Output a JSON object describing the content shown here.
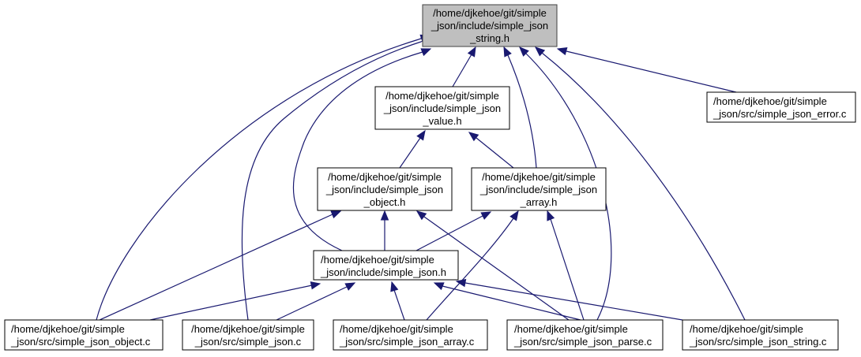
{
  "diagram": {
    "type": "include-dependency-graph",
    "colors": {
      "edge": "#191970",
      "root_fill": "#bfbfbf",
      "node_fill": "#ffffff",
      "node_border": "#000000"
    },
    "nodes": [
      {
        "id": "string_h",
        "root": true,
        "lines": [
          "/home/djkehoe/git/simple",
          "_json/include/simple_json",
          "_string.h"
        ]
      },
      {
        "id": "value_h",
        "lines": [
          "/home/djkehoe/git/simple",
          "_json/include/simple_json",
          "_value.h"
        ]
      },
      {
        "id": "error_c",
        "lines": [
          "/home/djkehoe/git/simple",
          "_json/src/simple_json_error.c"
        ]
      },
      {
        "id": "object_h",
        "lines": [
          "/home/djkehoe/git/simple",
          "_json/include/simple_json",
          "_object.h"
        ]
      },
      {
        "id": "array_h",
        "lines": [
          "/home/djkehoe/git/simple",
          "_json/include/simple_json",
          "_array.h"
        ]
      },
      {
        "id": "json_h",
        "lines": [
          "/home/djkehoe/git/simple",
          "_json/include/simple_json.h"
        ]
      },
      {
        "id": "object_c",
        "lines": [
          "/home/djkehoe/git/simple",
          "_json/src/simple_json_object.c"
        ]
      },
      {
        "id": "json_c",
        "lines": [
          "/home/djkehoe/git/simple",
          "_json/src/simple_json.c"
        ]
      },
      {
        "id": "array_c",
        "lines": [
          "/home/djkehoe/git/simple",
          "_json/src/simple_json_array.c"
        ]
      },
      {
        "id": "parse_c",
        "lines": [
          "/home/djkehoe/git/simple",
          "_json/src/simple_json_parse.c"
        ]
      },
      {
        "id": "string_c",
        "lines": [
          "/home/djkehoe/git/simple",
          "_json/src/simple_json_string.c"
        ]
      }
    ],
    "edges": [
      {
        "from": "value_h",
        "to": "string_h"
      },
      {
        "from": "error_c",
        "to": "string_h"
      },
      {
        "from": "array_h",
        "to": "string_h"
      },
      {
        "from": "json_h",
        "to": "string_h"
      },
      {
        "from": "object_c",
        "to": "string_h"
      },
      {
        "from": "json_c",
        "to": "string_h"
      },
      {
        "from": "parse_c",
        "to": "string_h"
      },
      {
        "from": "string_c",
        "to": "string_h"
      },
      {
        "from": "object_h",
        "to": "value_h"
      },
      {
        "from": "array_h",
        "to": "value_h"
      },
      {
        "from": "json_h",
        "to": "object_h"
      },
      {
        "from": "object_c",
        "to": "object_h"
      },
      {
        "from": "parse_c",
        "to": "object_h"
      },
      {
        "from": "json_h",
        "to": "array_h"
      },
      {
        "from": "array_c",
        "to": "array_h"
      },
      {
        "from": "parse_c",
        "to": "array_h"
      },
      {
        "from": "object_c",
        "to": "json_h"
      },
      {
        "from": "json_c",
        "to": "json_h"
      },
      {
        "from": "array_c",
        "to": "json_h"
      },
      {
        "from": "parse_c",
        "to": "json_h"
      },
      {
        "from": "string_c",
        "to": "json_h"
      }
    ]
  }
}
